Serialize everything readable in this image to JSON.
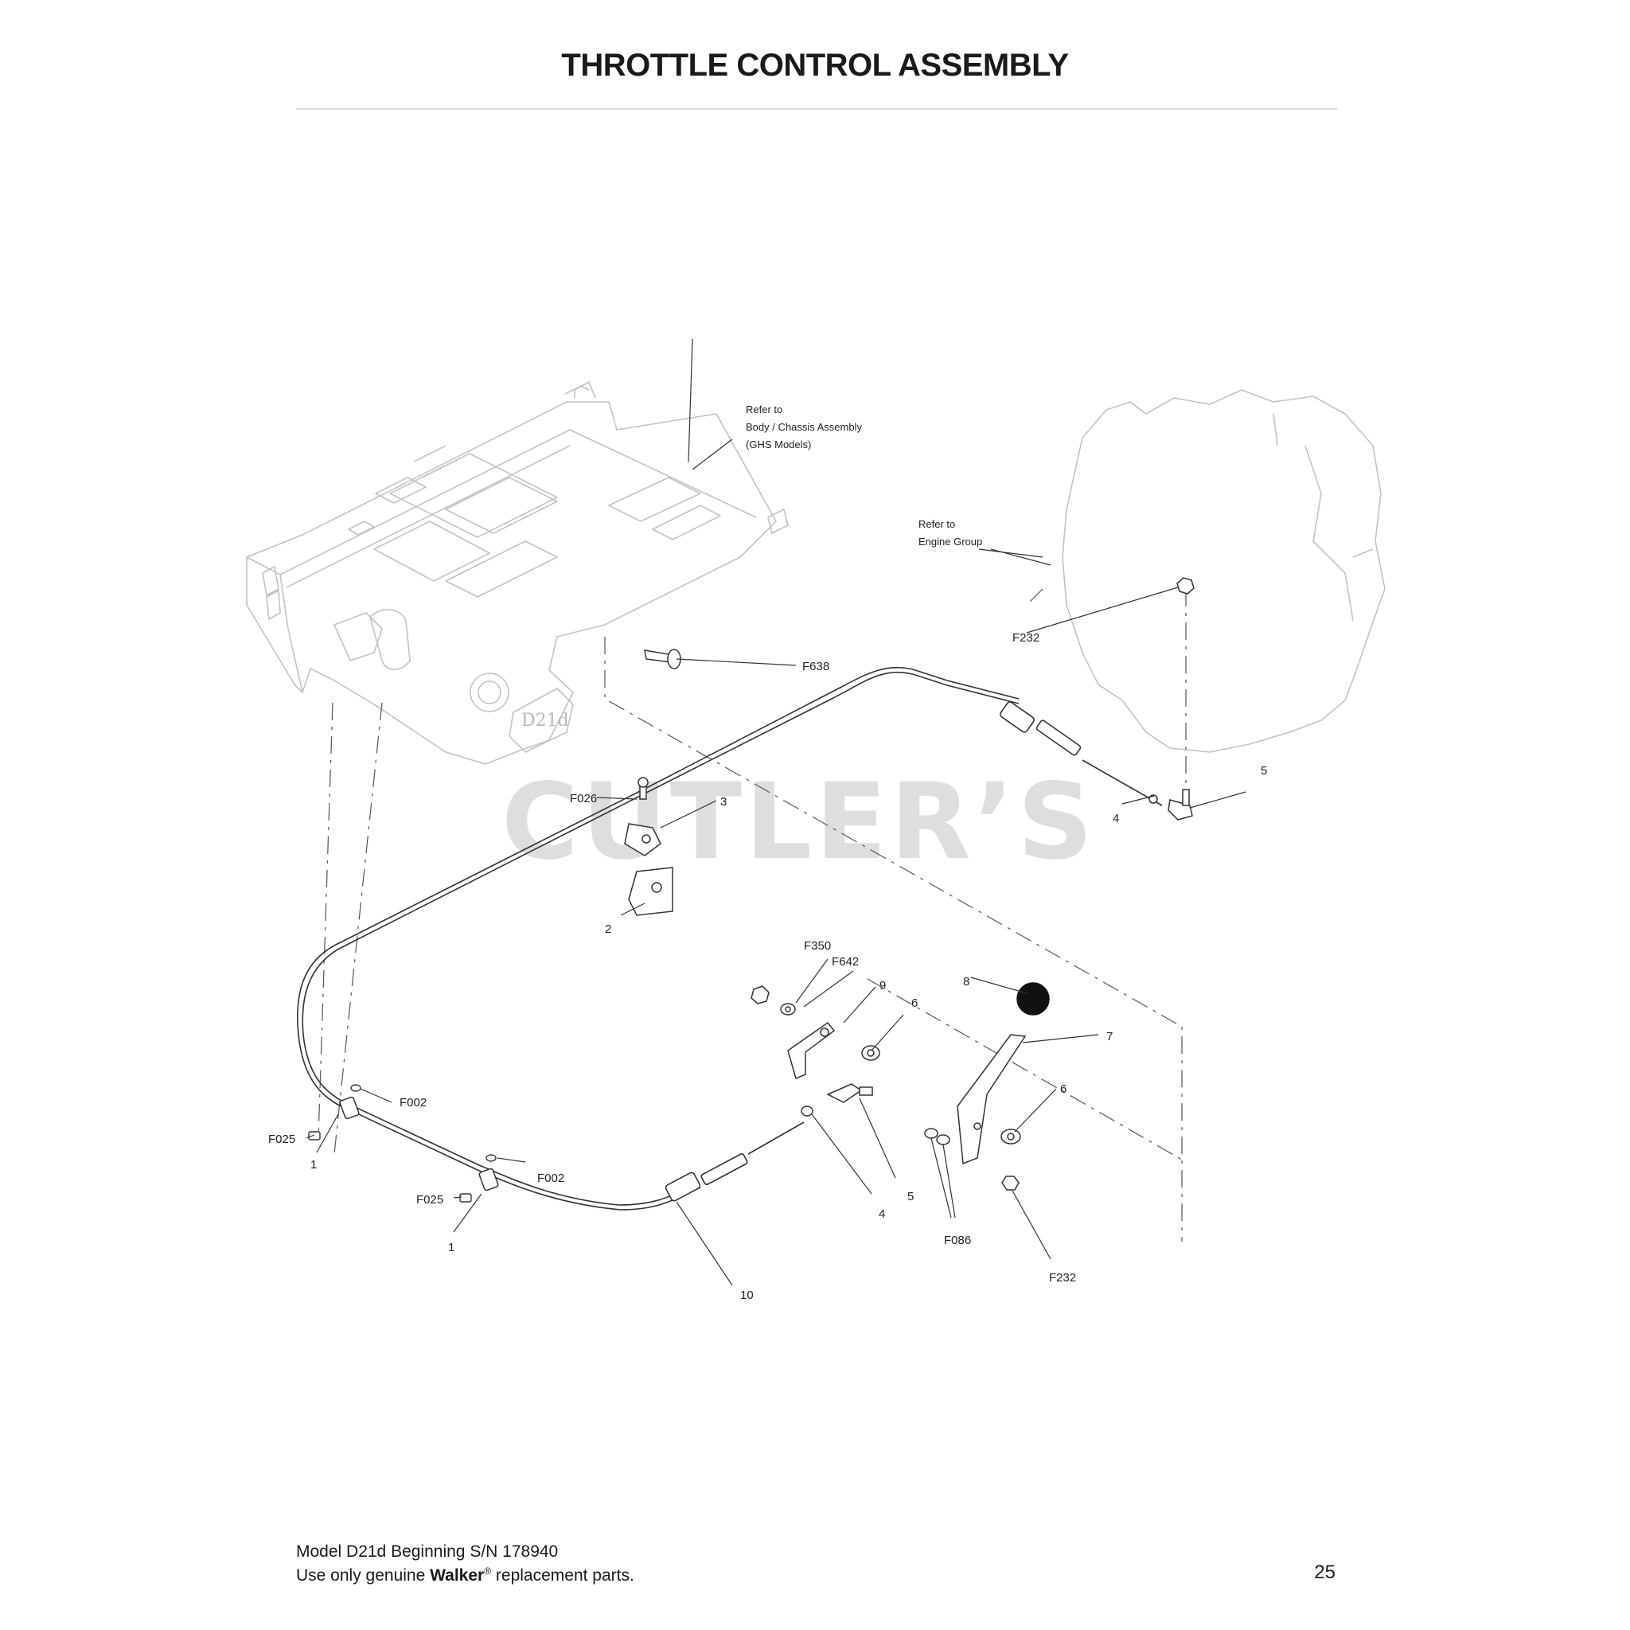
{
  "page": {
    "title": "THROTTLE CONTROL ASSEMBLY",
    "page_number": "25"
  },
  "footer": {
    "model_line": "Model D21d Beginning S/N 178940",
    "usage_prefix": "Use only genuine ",
    "brand": "Walker",
    "registered_mark": "®",
    "usage_suffix": " replacement parts."
  },
  "watermark": {
    "text": "CUTLER’S"
  },
  "references": {
    "body_chassis": [
      "Refer to",
      "Body / Chassis Assembly",
      "(GHS Models)"
    ],
    "engine_group": [
      "Refer to",
      "Engine Group"
    ]
  },
  "chassis_badge": "D21d",
  "callouts": {
    "f638": "F638",
    "f232_engine": "F232",
    "f026": "F026",
    "item_3": "3",
    "item_2": "2",
    "item_4_top": "4",
    "item_5_top": "5",
    "f350": "F350",
    "f642": "F642",
    "item_9": "9",
    "item_6_top": "6",
    "item_8": "8",
    "item_7": "7",
    "item_6_bottom": "6",
    "f002_top": "F002",
    "f025_left": "F025",
    "item_1_left": "1",
    "f002_bottom": "F002",
    "f025_bottom": "F025",
    "item_1_bottom": "1",
    "item_10": "10",
    "item_4_bottom": "4",
    "item_5_bottom": "5",
    "f086": "F086",
    "f232_bottom": "F232"
  }
}
